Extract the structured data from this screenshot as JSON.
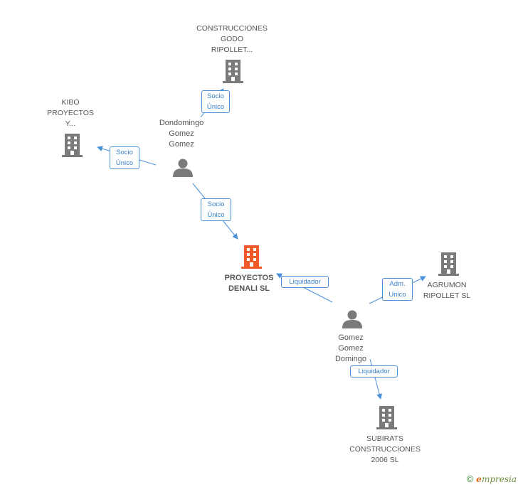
{
  "nodes": {
    "construcciones_godo": {
      "lines": [
        "CONSTRUCCIONES",
        "GODO",
        "RIPOLLET..."
      ]
    },
    "kibo": {
      "lines": [
        "KIBO",
        "PROYECTOS",
        "Y..."
      ]
    },
    "dondomingo": {
      "lines": [
        "Dondomingo",
        "Gomez",
        "Gomez"
      ]
    },
    "proyectos_denali": {
      "lines": [
        "PROYECTOS",
        "DENALI SL"
      ]
    },
    "agrumon": {
      "lines": [
        "AGRUMON",
        "RIPOLLET SL"
      ]
    },
    "gomez_gomez_domingo": {
      "lines": [
        "Gomez",
        "Gomez",
        "Domingo"
      ]
    },
    "subirats": {
      "lines": [
        "SUBIRATS",
        "CONSTRUCCIONES",
        "2006 SL"
      ]
    }
  },
  "edges": {
    "to_godo": {
      "lines": [
        "Socio",
        "Único"
      ]
    },
    "to_kibo": {
      "lines": [
        "Socio",
        "Único"
      ]
    },
    "to_denali": {
      "lines": [
        "Socio",
        "Único"
      ]
    },
    "liquidador_denali": {
      "lines": [
        "Liquidador"
      ]
    },
    "to_agrumon": {
      "lines": [
        "Adm.",
        "Unico"
      ]
    },
    "liquidador_subirats": {
      "lines": [
        "Liquidador"
      ]
    }
  },
  "colors": {
    "company": "#7a7a7a",
    "company_main": "#f05a28",
    "person": "#7a7a7a",
    "edge": "#4a90d9"
  },
  "footer": {
    "copyright": "©",
    "brand_e": "e",
    "brand_rest": "mpresia"
  }
}
